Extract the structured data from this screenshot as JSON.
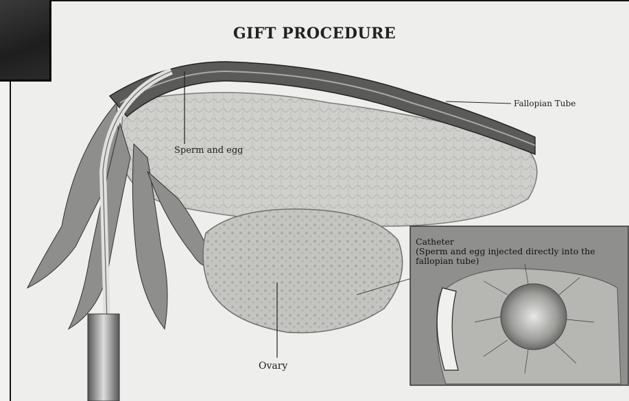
{
  "title": "GIFT PROCEDURE",
  "labels": {
    "sperm_and_egg": "Sperm and egg",
    "fallopian_tube": "Fallopian Tube",
    "ovary": "Ovary",
    "catheter": "Catheter",
    "catheter_note": "(Sperm and egg injected directly into the fallopian tube)"
  },
  "colors": {
    "background": "#eeeeec",
    "tissue": "#9a9a98",
    "dark_tissue": "#3c3c3c",
    "inset": "#8d8d8b"
  }
}
